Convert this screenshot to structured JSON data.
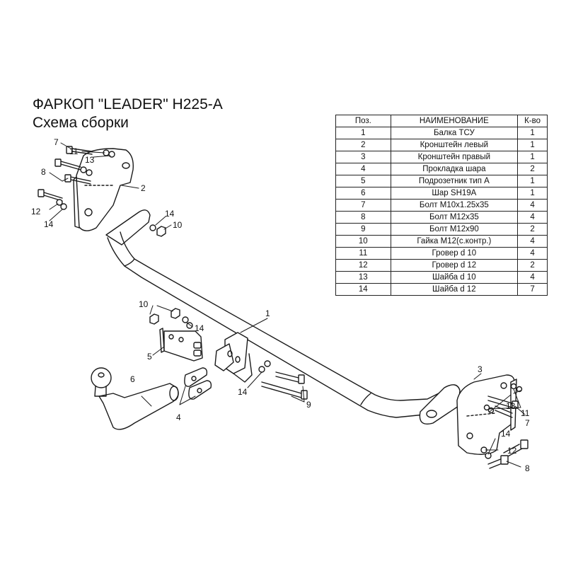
{
  "title": {
    "line1": "ФАРКОП \"LEADER\" H225-A",
    "line2": "Схема сборки"
  },
  "table": {
    "headers": [
      "Поз.",
      "НАИМЕНОВАНИЕ",
      "К-во"
    ],
    "rows": [
      [
        "1",
        "Балка ТСУ",
        "1"
      ],
      [
        "2",
        "Кронштейн левый",
        "1"
      ],
      [
        "3",
        "Кронштейн правый",
        "1"
      ],
      [
        "4",
        "Прокладка шара",
        "2"
      ],
      [
        "5",
        "Подрозетник тип А",
        "1"
      ],
      [
        "6",
        "Шар SH19A",
        "1"
      ],
      [
        "7",
        "Болт М10х1.25х35",
        "4"
      ],
      [
        "8",
        "Болт М12х35",
        "4"
      ],
      [
        "9",
        "Болт М12х90",
        "2"
      ],
      [
        "10",
        "Гайка М12(с.контр.)",
        "4"
      ],
      [
        "11",
        "Гровер d 10",
        "4"
      ],
      [
        "12",
        "Гровер d 12",
        "2"
      ],
      [
        "13",
        "Шайба d 10",
        "4"
      ],
      [
        "14",
        "Шайба d 12",
        "7"
      ]
    ]
  },
  "callouts": {
    "c1": "1",
    "c2": "2",
    "c3": "3",
    "c4": "4",
    "c5": "5",
    "c6": "6",
    "c7_left": "7",
    "c7_right": "7",
    "c8_left": "8",
    "c8_right": "8",
    "c9": "9",
    "c10_top": "10",
    "c10_mid": "10",
    "c11_left": "11",
    "c11_right": "11",
    "c12_left": "12",
    "c12_right": "12",
    "c13_left": "13",
    "c13_right": "13",
    "c14_left": "14",
    "c14_top": "14",
    "c14_mid": "14",
    "c14_center": "14",
    "c14_right": "14"
  }
}
